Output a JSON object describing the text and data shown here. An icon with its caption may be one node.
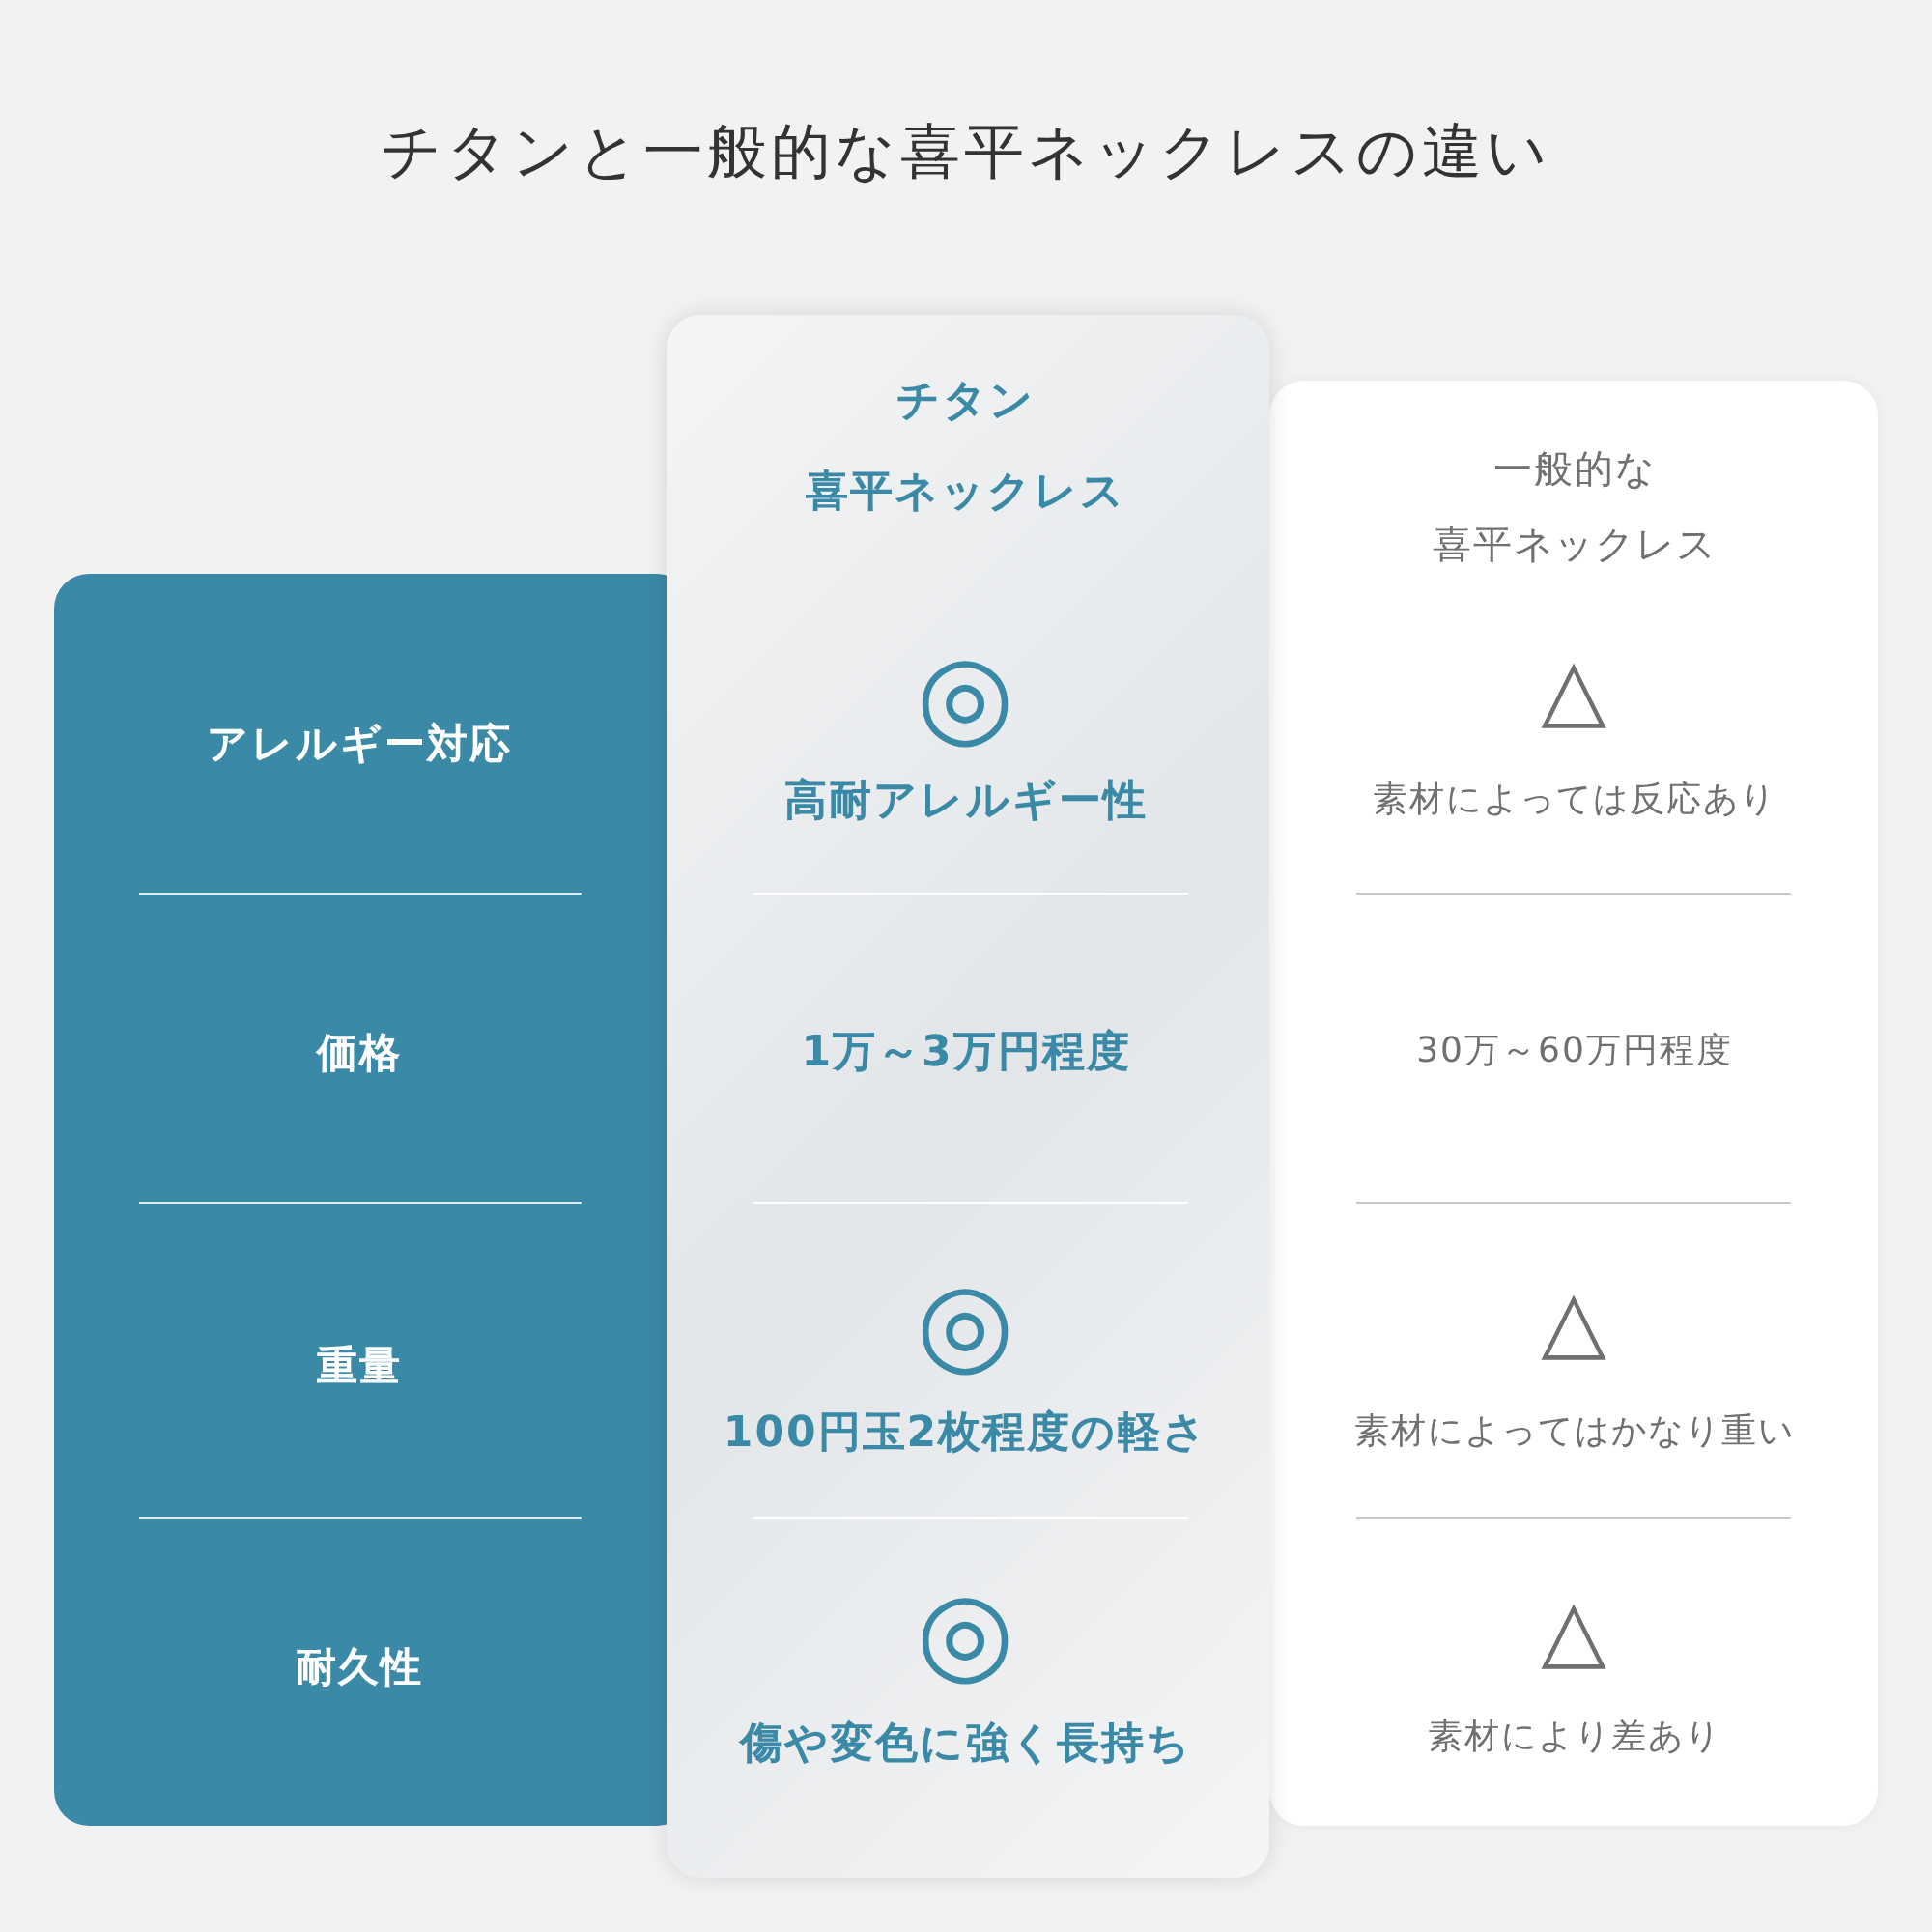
{
  "diagram": {
    "title": "チタンと一般的な喜平ネックレスの違い",
    "labels": [
      "チタン",
      "喜平ネックレス",
      "一般的な",
      "喜平ネックレス",
      "アレルギー対応",
      "◎",
      "高耐アレルギー性",
      "△",
      "素材によっては反応あり",
      "価格",
      "1万～3万円程度",
      "30万～60万円程度",
      "重量",
      "◎",
      "100円玉2枚程度の軽さ",
      "△",
      "素材によってはかなり重い",
      "耐久性",
      "◎",
      "傷や変色に強く長持ち",
      "△",
      "素材により差あり"
    ]
  }
}
